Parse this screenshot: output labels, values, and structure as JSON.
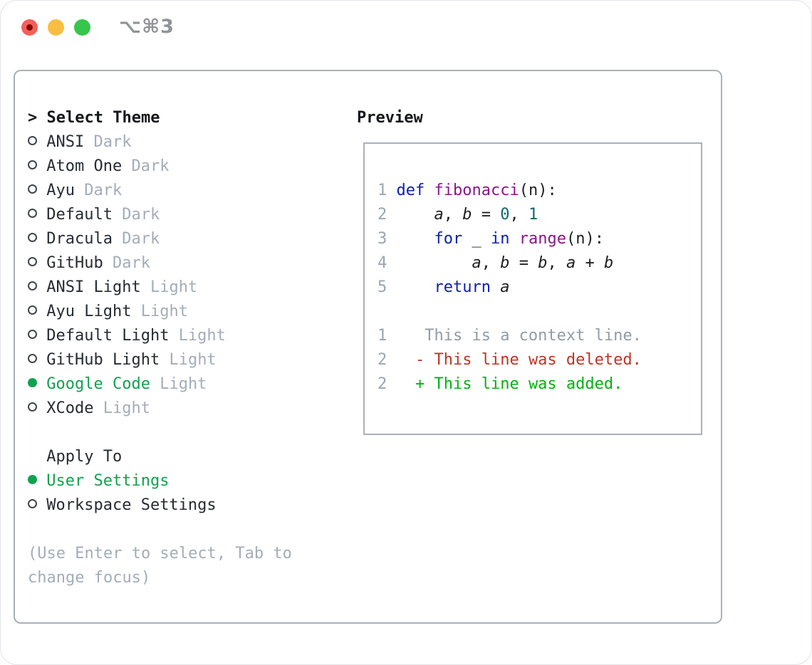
{
  "titlebar": {
    "title": "⌥⌘3",
    "lights": [
      "close",
      "minimize",
      "zoom"
    ]
  },
  "theme_picker": {
    "header": {
      "prompt": ">",
      "label": "Select Theme"
    },
    "themes": [
      {
        "name": "ANSI",
        "variant": "Dark",
        "selected": false
      },
      {
        "name": "Atom One",
        "variant": "Dark",
        "selected": false
      },
      {
        "name": "Ayu",
        "variant": "Dark",
        "selected": false
      },
      {
        "name": "Default",
        "variant": "Dark",
        "selected": false
      },
      {
        "name": "Dracula",
        "variant": "Dark",
        "selected": false
      },
      {
        "name": "GitHub",
        "variant": "Dark",
        "selected": false
      },
      {
        "name": "ANSI Light",
        "variant": "Light",
        "selected": false
      },
      {
        "name": "Ayu Light",
        "variant": "Light",
        "selected": false
      },
      {
        "name": "Default Light",
        "variant": "Light",
        "selected": false
      },
      {
        "name": "GitHub Light",
        "variant": "Light",
        "selected": false
      },
      {
        "name": "Google Code",
        "variant": "Light",
        "selected": true
      },
      {
        "name": "XCode",
        "variant": "Light",
        "selected": false
      }
    ],
    "apply_to": {
      "label": "Apply To",
      "options": [
        {
          "name": "User Settings",
          "selected": true
        },
        {
          "name": "Workspace Settings",
          "selected": false
        }
      ]
    },
    "hint_lines": [
      "(Use Enter to select, Tab to",
      "change focus)"
    ]
  },
  "preview": {
    "label": "Preview",
    "lines": [
      {
        "kind": "code",
        "num": "1",
        "tokens": [
          {
            "t": " ",
            "c": "plain"
          },
          {
            "t": "def",
            "c": "kw"
          },
          {
            "t": " ",
            "c": "plain"
          },
          {
            "t": "fibonacci",
            "c": "fn"
          },
          {
            "t": "(n):",
            "c": "plain"
          }
        ]
      },
      {
        "kind": "code",
        "num": "2",
        "tokens": [
          {
            "t": "     ",
            "c": "plain"
          },
          {
            "t": "a",
            "c": "var"
          },
          {
            "t": ", ",
            "c": "plain"
          },
          {
            "t": "b",
            "c": "var"
          },
          {
            "t": " = ",
            "c": "plain"
          },
          {
            "t": "0",
            "c": "lit"
          },
          {
            "t": ", ",
            "c": "plain"
          },
          {
            "t": "1",
            "c": "lit"
          }
        ]
      },
      {
        "kind": "code",
        "num": "3",
        "tokens": [
          {
            "t": "     ",
            "c": "plain"
          },
          {
            "t": "for",
            "c": "kw"
          },
          {
            "t": " _ ",
            "c": "plain"
          },
          {
            "t": "in",
            "c": "kw"
          },
          {
            "t": " ",
            "c": "plain"
          },
          {
            "t": "range",
            "c": "fn"
          },
          {
            "t": "(n):",
            "c": "plain"
          }
        ]
      },
      {
        "kind": "code",
        "num": "4",
        "tokens": [
          {
            "t": "         ",
            "c": "plain"
          },
          {
            "t": "a",
            "c": "var"
          },
          {
            "t": ", ",
            "c": "plain"
          },
          {
            "t": "b",
            "c": "var"
          },
          {
            "t": " = ",
            "c": "plain"
          },
          {
            "t": "b",
            "c": "var"
          },
          {
            "t": ", ",
            "c": "plain"
          },
          {
            "t": "a",
            "c": "var"
          },
          {
            "t": " + ",
            "c": "plain"
          },
          {
            "t": "b",
            "c": "var"
          }
        ]
      },
      {
        "kind": "code",
        "num": "5",
        "tokens": [
          {
            "t": "     ",
            "c": "plain"
          },
          {
            "t": "return",
            "c": "kw"
          },
          {
            "t": " ",
            "c": "plain"
          },
          {
            "t": "a",
            "c": "var"
          }
        ]
      },
      {
        "kind": "blank",
        "num": "",
        "tokens": []
      },
      {
        "kind": "context",
        "num": "1",
        "tokens": [
          {
            "t": "    This is a context line.",
            "c": "ctx"
          }
        ]
      },
      {
        "kind": "deleted",
        "num": "2",
        "tokens": [
          {
            "t": "   ",
            "c": "plain"
          },
          {
            "t": "- This line was deleted.",
            "c": "del"
          }
        ]
      },
      {
        "kind": "added",
        "num": "2",
        "tokens": [
          {
            "t": "   ",
            "c": "plain"
          },
          {
            "t": "+ This line was added.",
            "c": "add"
          }
        ]
      }
    ]
  },
  "colors": {
    "accent_green": "#10a24f",
    "text_dark": "#262b33",
    "text_muted": "#a3adba",
    "panel_border": "#a9b0ba",
    "traffic_red": "#f4605c",
    "traffic_red_dot": "#850b06",
    "traffic_yellow": "#f7be41",
    "traffic_green": "#36c64c",
    "title_text": "#8f9398",
    "syntax_keyword": "#0b1fae",
    "syntax_function": "#8c148c",
    "syntax_literal": "#0c6969",
    "syntax_plain": "#1f1f1f",
    "line_number": "#9aa5b1",
    "diff_context": "#929ba5",
    "diff_deleted": "#bf3424",
    "diff_added": "#00b30e"
  }
}
